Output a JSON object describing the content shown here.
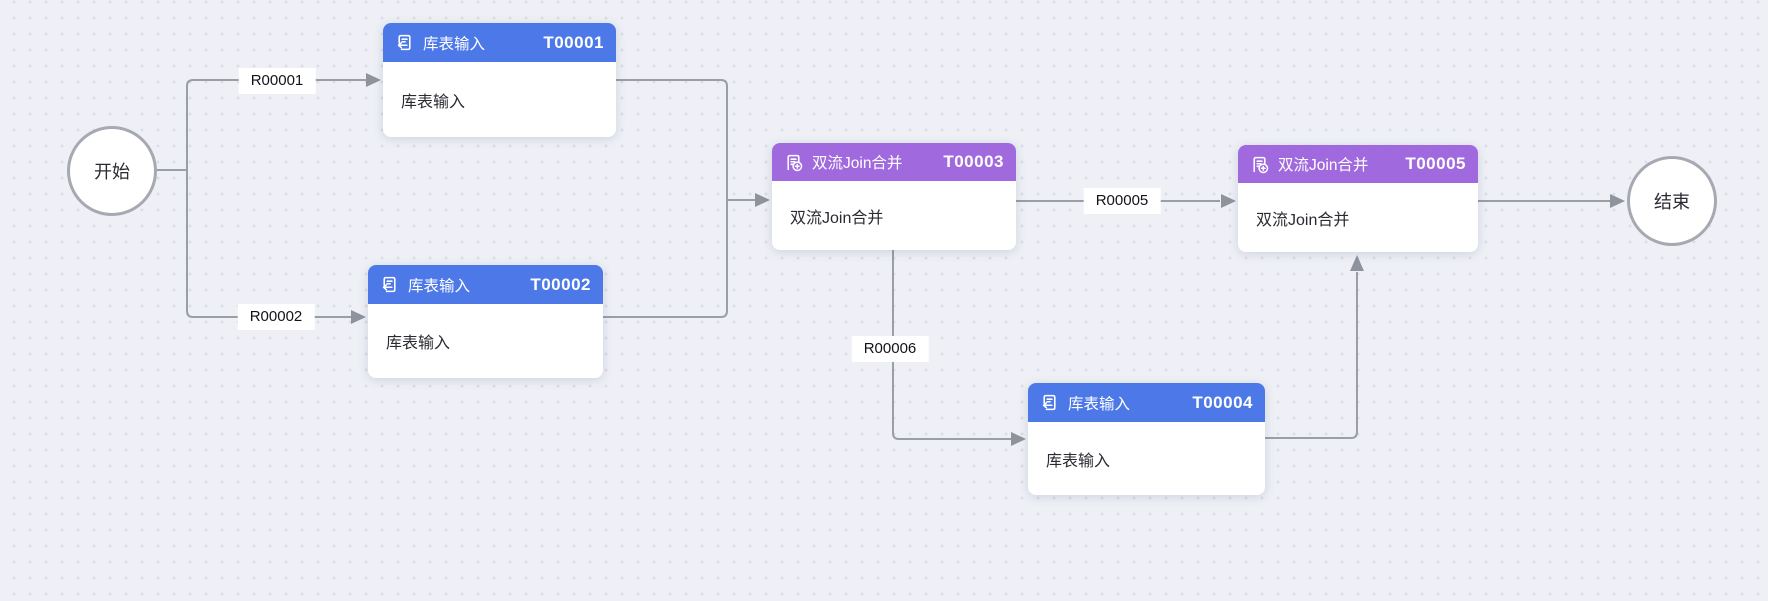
{
  "canvas": {
    "background_color": "#eef0f6",
    "dot_color": "#d9dbe5",
    "edge_color": "#9a9ea6"
  },
  "start_node": {
    "label": "开始"
  },
  "end_node": {
    "label": "结束"
  },
  "nodes": [
    {
      "title": "库表输入",
      "code": "T00001",
      "body": "库表输入",
      "type": "table-input",
      "header_color": "#4c78e8"
    },
    {
      "title": "库表输入",
      "code": "T00002",
      "body": "库表输入",
      "type": "table-input",
      "header_color": "#4c78e8"
    },
    {
      "title": "双流Join合并",
      "code": "T00003",
      "body": "双流Join合并",
      "type": "join",
      "header_color": "#a06ade"
    },
    {
      "title": "库表输入",
      "code": "T00004",
      "body": "库表输入",
      "type": "table-input",
      "header_color": "#4c78e8"
    },
    {
      "title": "双流Join合并",
      "code": "T00005",
      "body": "双流Join合并",
      "type": "join",
      "header_color": "#a06ade"
    }
  ],
  "edge_labels": [
    {
      "text": "R00001"
    },
    {
      "text": "R00002"
    },
    {
      "text": "R00005"
    },
    {
      "text": "R00006"
    }
  ]
}
